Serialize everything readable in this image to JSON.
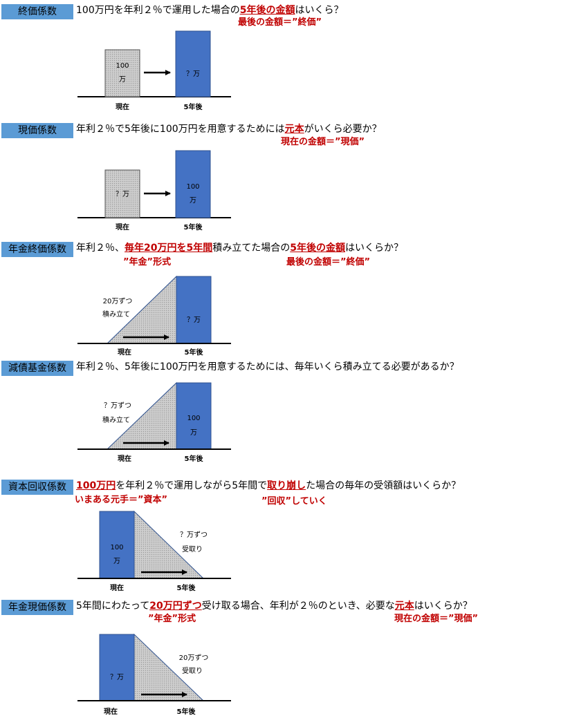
{
  "sections": [
    {
      "label": "終価係数",
      "question": [
        "100万円を年利２％で運用した場合の",
        "5年後の金額",
        "はいくら？"
      ],
      "notes": [
        "最後の金額＝”終価”"
      ],
      "diagram": {
        "left_bar": "100",
        "left_bar2": "万",
        "right_bar": "？万",
        "x_left": "現在",
        "x_right": "5年後"
      }
    },
    {
      "label": "現価係数",
      "question": [
        "年利２％で5年後に100万円を用意するためには",
        "元本",
        "がいくら必要か？"
      ],
      "notes": [
        "現在の金額＝”現価”"
      ],
      "diagram": {
        "left_bar": "？万",
        "right_bar": "100",
        "right_bar2": "万",
        "x_left": "現在",
        "x_right": "5年後"
      }
    },
    {
      "label": "年金終価係数",
      "question": [
        "年利２％、",
        "毎年20万円を5年間",
        "積み立てた場合の",
        "5年後の金額",
        "はいくらか？"
      ],
      "notes": [
        "”年金”形式",
        "最後の金額＝”終価”"
      ],
      "diagram": {
        "tri_text1": "20万ずつ",
        "tri_text2": "積み立て",
        "bar": "？万",
        "x_left": "現在",
        "x_right": "5年後"
      }
    },
    {
      "label": "減債基金係数",
      "question": [
        "年利２％、5年後に100万円を用意するためには、毎年いくら積み立てる必要があるか？"
      ],
      "notes": [],
      "diagram": {
        "tri_text1": "？万ずつ",
        "tri_text2": "積み立て",
        "bar": "100",
        "bar2": "万",
        "x_left": "現在",
        "x_right": "5年後"
      }
    },
    {
      "label": "資本回収係数",
      "question": [
        "100万円",
        "を年利２％で運用しながら5年間で",
        "取り崩し",
        "た場合の毎年の受領額はいくらか？"
      ],
      "notes": [
        "いまある元手＝”資本”",
        "”回収”していく"
      ],
      "diagram": {
        "bar": "100",
        "bar2": "万",
        "tri_text1": "？万ずつ",
        "tri_text2": "受取り",
        "x_left": "現在",
        "x_right": "5年後"
      }
    },
    {
      "label": "年金現価係数",
      "question": [
        "5年間にわたって",
        "20万円ずつ",
        "受け取る場合、年利が２％のといき、必要な",
        "元本",
        "はいくらか？"
      ],
      "notes": [
        "”年金”形式",
        "現在の金額＝”現価”"
      ],
      "diagram": {
        "bar": "？万",
        "tri_text1": "20万ずつ",
        "tri_text2": "受取り",
        "x_left": "現在",
        "x_right": "5年後"
      }
    }
  ],
  "colors": {
    "label_bg": "#5b9bd5",
    "bar_blue": "#4472c4",
    "gray_fill": "#c8c8c8",
    "red": "#c00000"
  }
}
